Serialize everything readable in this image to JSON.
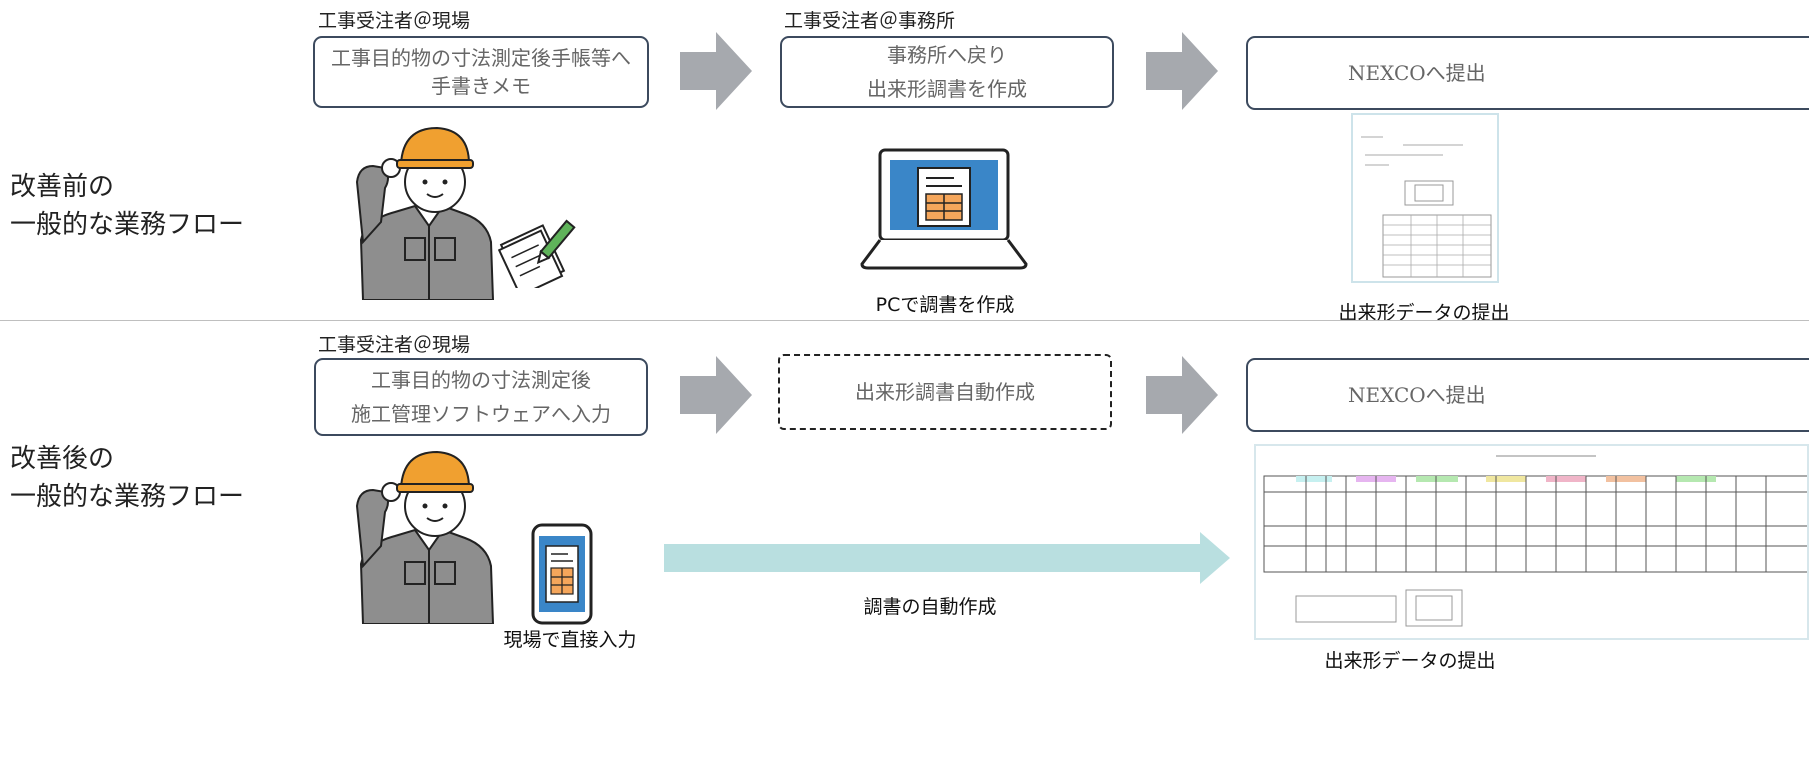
{
  "before": {
    "row_label": [
      "改善前の",
      "一般的な業務フロー"
    ],
    "step1": {
      "role": "工事受注者＠現場",
      "lines": [
        "工事目的物の寸法測定後手帳等へ",
        "手書きメモ"
      ]
    },
    "step2": {
      "role": "工事受注者＠事務所",
      "lines": [
        "事務所へ戻り",
        "出来形調書を作成"
      ],
      "caption": "PCで調書を作成"
    },
    "step3": {
      "lines": [
        "NEXCOへ提出"
      ],
      "caption": "出来形データの提出"
    }
  },
  "after": {
    "row_label": [
      "改善後の",
      "一般的な業務フロー"
    ],
    "step1": {
      "role": "工事受注者＠現場",
      "lines": [
        "工事目的物の寸法測定後",
        "施工管理ソフトウェアへ入力"
      ],
      "caption": "現場で直接入力"
    },
    "step2": {
      "lines": [
        "出来形調書自動作成"
      ]
    },
    "auto_caption": "調書の自動作成",
    "step3": {
      "lines": [
        "NEXCOへ提出"
      ],
      "caption": "出来形データの提出"
    }
  },
  "colors": {
    "box_border": "#3c4a5e",
    "chevron": "#a6a9ae",
    "long_arrow": "#b9dfe0",
    "helmet": "#f0a030",
    "uniform": "#8e8e8e",
    "screen": "#3a86c8",
    "form_orange": "#f5a65b"
  },
  "icons": [
    "worker-illustration",
    "notepad-pencil-icon",
    "laptop-icon",
    "smartphone-icon",
    "document-thumbnail"
  ]
}
